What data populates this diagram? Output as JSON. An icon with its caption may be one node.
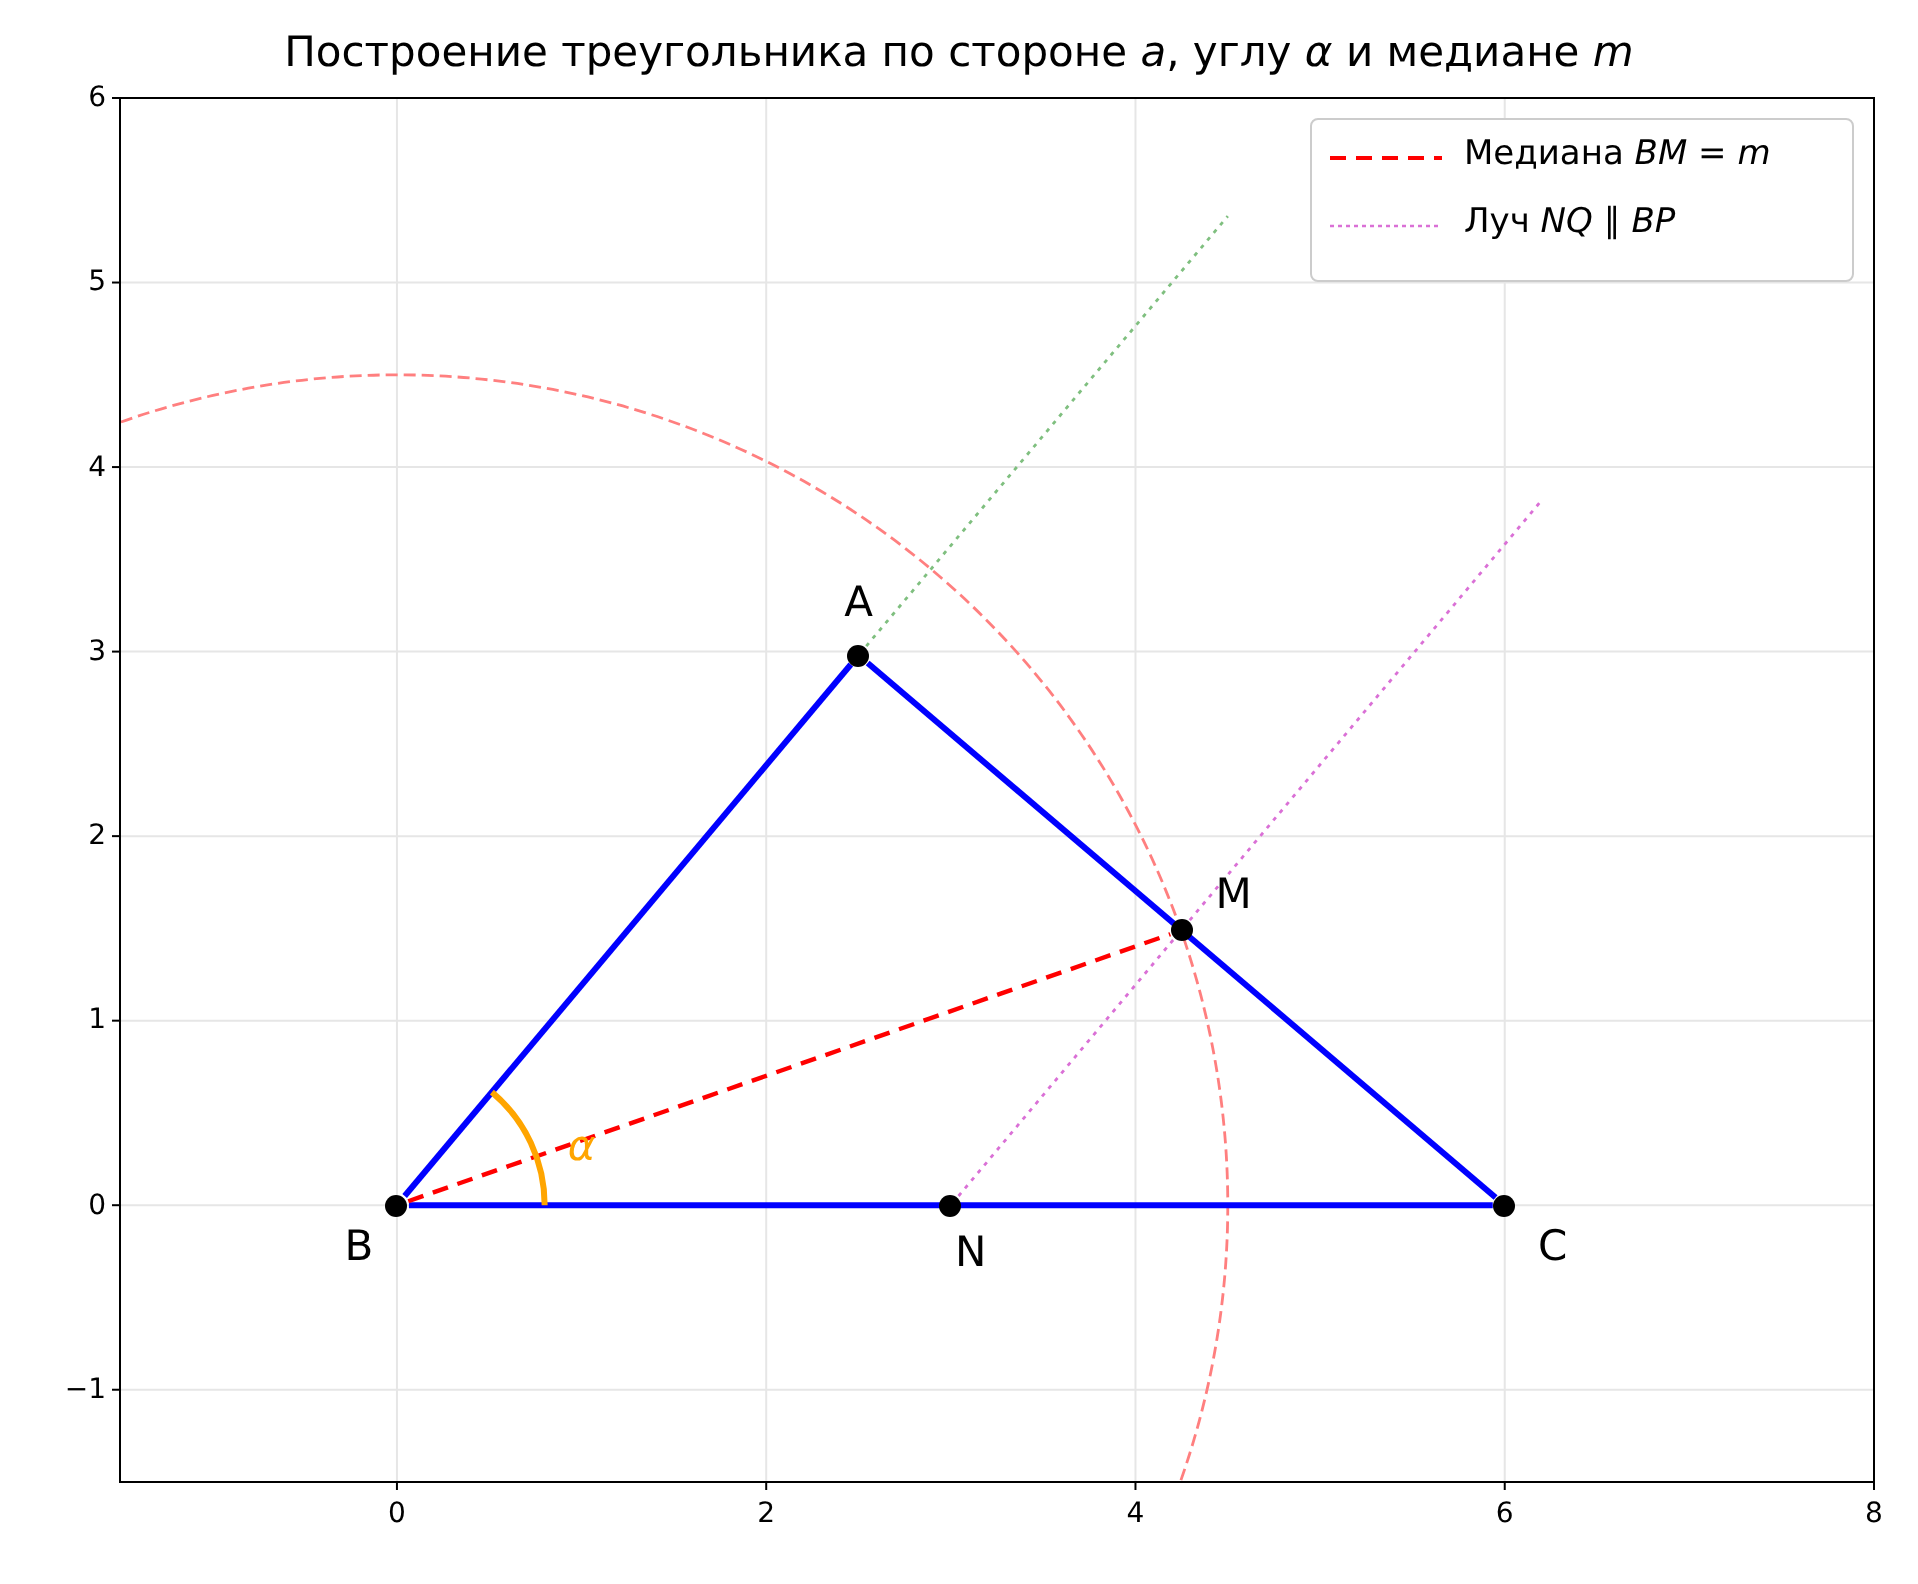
{
  "diagram": {
    "title": "Построение треугольника по стороне *a*, углу *α* и медиане *m*",
    "nodes": [
      {
        "text": [],
        "shape": "circle",
        "beside": [
          "A"
        ]
      },
      {
        "text": [],
        "shape": "circle",
        "beside": [
          "M"
        ]
      },
      {
        "text": [],
        "shape": "circle",
        "beside": [
          "B"
        ]
      },
      {
        "text": [],
        "shape": "circle",
        "beside": [
          "N"
        ]
      },
      {
        "text": [],
        "shape": "circle",
        "beside": [
          "C"
        ]
      }
    ],
    "edges": [
      {
        "from": 2,
        "to": 0,
        "arrow": "none"
      },
      {
        "from": 0,
        "to": 4,
        "arrow": "none"
      },
      {
        "from": 2,
        "to": 4,
        "arrow": "none"
      },
      {
        "from": 2,
        "to": 1,
        "arrow": "none",
        "style": "dashed",
        "color": "#ff0000"
      },
      {
        "from": 3,
        "to": null,
        "arrow": "none",
        "style": "dashed",
        "color": "#da70d6"
      },
      {
        "from": 0,
        "to": null,
        "arrow": "none",
        "style": "dashed",
        "color": "#7fbf7f"
      }
    ],
    "labels": [
      "6",
      "5",
      "4",
      "3",
      "2",
      "1",
      "0",
      "−1",
      "α",
      "0",
      "2",
      "4",
      "6",
      "8"
    ],
    "legend": [
      {
        "text": "Медиана *BM* = *m*"
      },
      {
        "text": "Луч *NQ* ∥ *BP*"
      }
    ]
  }
}
